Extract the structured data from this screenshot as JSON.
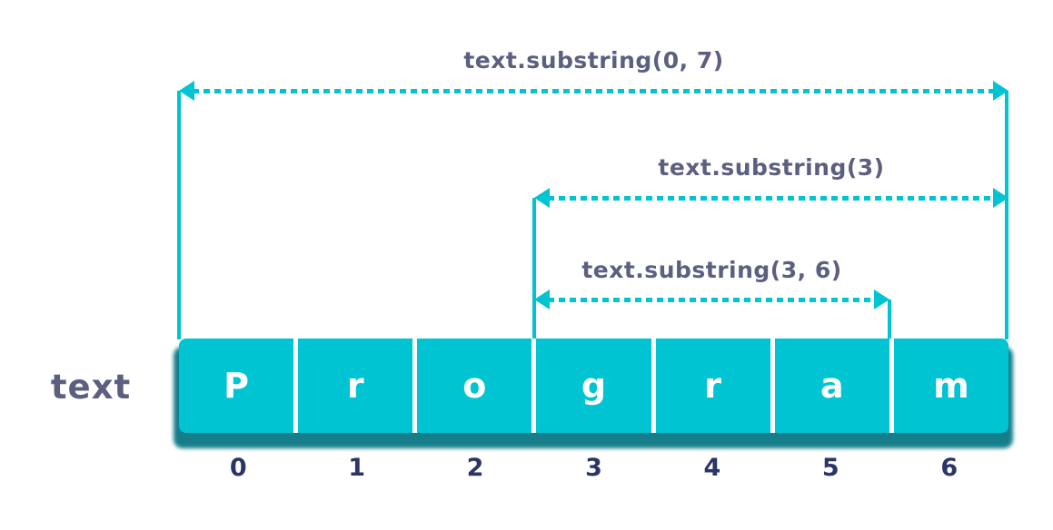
{
  "colors": {
    "accent": "#00c4d2",
    "bar-shadow": "#157e8a",
    "label": "#5c5f7f",
    "index": "#2b3566",
    "char": "#ffffff",
    "bg": "#ffffff"
  },
  "variable_label": "text",
  "string_value": "Program",
  "cells": [
    {
      "char": "P",
      "index": "0"
    },
    {
      "char": "r",
      "index": "1"
    },
    {
      "char": "o",
      "index": "2"
    },
    {
      "char": "g",
      "index": "3"
    },
    {
      "char": "r",
      "index": "4"
    },
    {
      "char": "a",
      "index": "5"
    },
    {
      "char": "m",
      "index": "6"
    }
  ],
  "annotations": [
    {
      "label": "text.substring(0, 7)",
      "start_index": 0,
      "end_index": 7
    },
    {
      "label": "text.substring(3)",
      "start_index": 3,
      "end_index": 7
    },
    {
      "label": "text.substring(3, 6)",
      "start_index": 3,
      "end_index": 6
    }
  ]
}
